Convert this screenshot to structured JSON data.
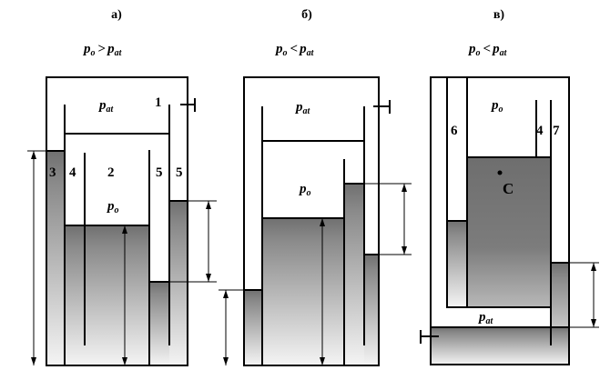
{
  "panels": [
    {
      "letter": "а)",
      "condition": {
        "left": "p",
        "left_sub": "o",
        "op": ">",
        "right": "p",
        "right_sub": "at"
      },
      "gas_label": {
        "main": "p",
        "sub": "at"
      },
      "inner_label": {
        "main": "p",
        "sub": "o"
      },
      "numbers": [
        "1",
        "3",
        "4",
        "2",
        "5",
        "5"
      ]
    },
    {
      "letter": "б)",
      "condition": {
        "left": "p",
        "left_sub": "o",
        "op": "<",
        "right": "p",
        "right_sub": "at"
      },
      "gas_label": {
        "main": "p",
        "sub": "at"
      },
      "inner_label": {
        "main": "p",
        "sub": "o"
      }
    },
    {
      "letter": "в)",
      "condition": {
        "left": "p",
        "left_sub": "o",
        "op": "<",
        "right": "p",
        "right_sub": "at"
      },
      "gas_label": {
        "main": "p",
        "sub": "o"
      },
      "bottom_label": {
        "main": "p",
        "sub": "at"
      },
      "numbers": [
        "6",
        "4",
        "7"
      ],
      "point_label": "C"
    }
  ],
  "colors": {
    "liquid_top": "#7a7a7a",
    "liquid_bottom": "#f2f2f2",
    "line": "#000000"
  }
}
